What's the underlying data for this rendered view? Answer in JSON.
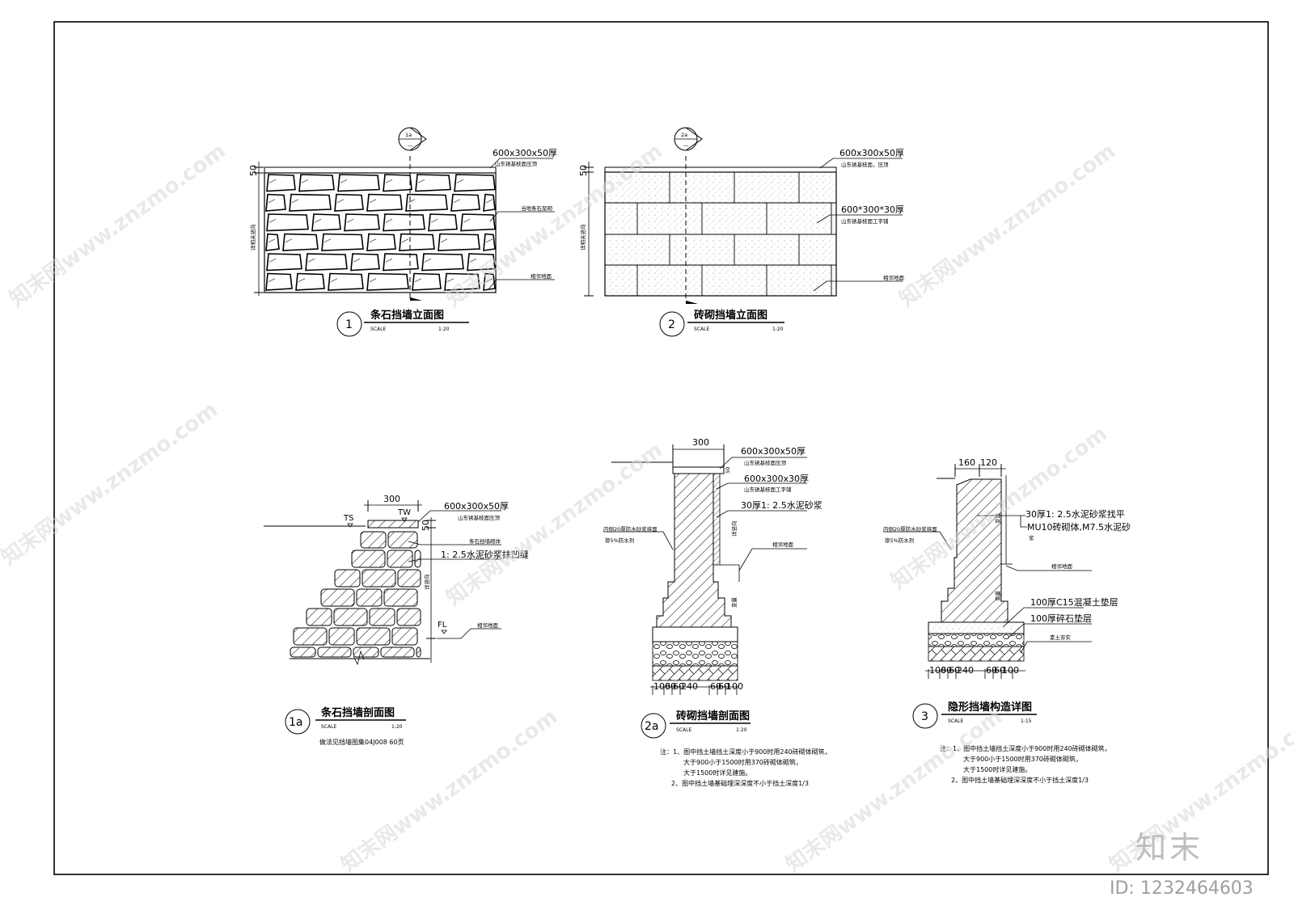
{
  "drawings": {
    "d1": {
      "number": "1",
      "title": "条石挡墙立面图",
      "scale_label": "SCALE",
      "scale": "1:20",
      "marker": "1a",
      "dim_top": "50",
      "vert_label": "详相关竖向",
      "c1": "600x300x50厚",
      "c1s": "山东锈基枝面压顶",
      "c2": "当地条石垒砌",
      "c3": "相邻地面"
    },
    "d2": {
      "number": "2",
      "title": "砖砌挡墙立面图",
      "scale_label": "SCALE",
      "scale": "1:20",
      "marker": "2a",
      "dim_top": "50",
      "vert_label": "详相关竖向",
      "c1": "600x300x50厚",
      "c1s": "山东锈基枝面，压顶",
      "c2": "600*300*30厚",
      "c2s": "山东锈基枝面工字铺",
      "c3": "相邻地面"
    },
    "d1a": {
      "number": "1a",
      "title": "条石挡墙剖面图",
      "scale_label": "SCALE",
      "scale": "1:20",
      "dim_top": "300",
      "ts": "TS",
      "tw": "TW",
      "fl": "FL",
      "dim_side": "50",
      "vert": "详竖向",
      "c1": "600x300x50厚",
      "c1s": "山东锈基枝面压顶",
      "c2": "条石挡墙砌体",
      "c3": "1: 2.5水泥砂浆抹凹缝",
      "c4": "相邻地面",
      "note": "做法见挡墙图集04J008 60页"
    },
    "d2a": {
      "number": "2a",
      "title": "砖砌挡墙剖面图",
      "scale_label": "SCALE",
      "scale": "1:20",
      "dim_top": "300",
      "dim_side": "50",
      "c1": "600x300x50厚",
      "c1s": "山东锈基枝面压顶",
      "c2": "600x300x30厚",
      "c2s": "山东锈基枝面工字铺",
      "c3": "30厚1: 2.5水泥砂浆",
      "c4": "相邻地面",
      "c5": "内侧20厚防水砂浆抹面",
      "c6": "掺5%防水剂",
      "v1": "详竖向",
      "v2": "变量",
      "dims_bottom": [
        "100",
        "60",
        "60",
        "240",
        "60",
        "60",
        "100"
      ],
      "notes": [
        "注：1、图中挡土墙挡土深度小于900时用240砖砌体砌筑，",
        "大于900小于1500时用370砖砌体砌筑，",
        "大于1500时详见建施。",
        "2、图中挡土墙基础埋深深度不小于挡土深度1/3"
      ]
    },
    "d3": {
      "number": "3",
      "title": "隐形挡墙构造详图",
      "scale_label": "SCALE",
      "scale": "1:15",
      "dim_top1": "160",
      "dim_top2": "120",
      "c1": "30厚1: 2.5水泥砂浆找平",
      "c2": "MU10砖砌体,M7.5水泥砂",
      "c2b": "浆",
      "c3": "相邻地面",
      "c4": "100厚C15混凝土垫层",
      "c5": "100厚碎石垫层",
      "c6": "素土夯实",
      "c7": "内侧20厚防水砂浆抹面",
      "c8": "掺5%防水剂",
      "v1": "变量",
      "v2": "变量",
      "dims_bottom": [
        "100",
        "60",
        "60",
        "240",
        "60",
        "60",
        "100"
      ],
      "notes": [
        "注：1、图中挡土墙挡土深度小于900时用240砖砌体砌筑，",
        "大于900小于1500时用370砖砌体砌筑，",
        "大于1500时详见建施。",
        "2、图中挡土墙基础埋深深度不小于挡土深度1/3"
      ]
    }
  },
  "watermark": {
    "text": "知末网www.znzmo.com",
    "brand": "知末",
    "id": "ID: 1232464603"
  }
}
